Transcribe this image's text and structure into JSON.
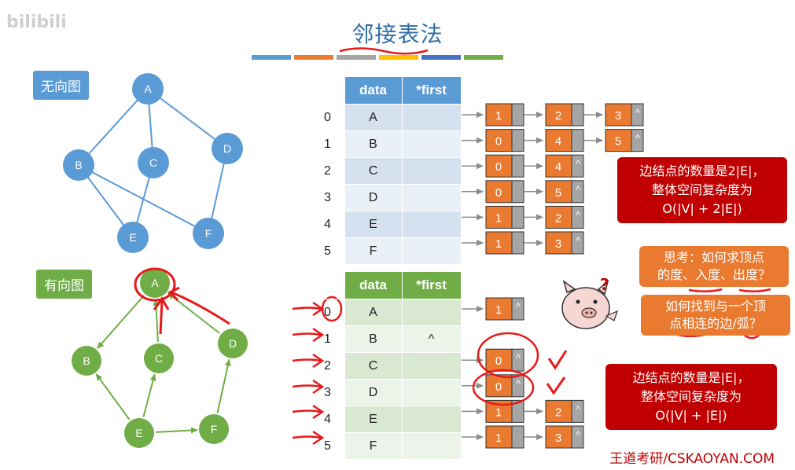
{
  "watermark": "bilibili",
  "title": "邻接表法",
  "undirected": {
    "label": "无向图",
    "nodes": [
      "A",
      "B",
      "C",
      "D",
      "E",
      "F"
    ],
    "edges": [
      [
        "A",
        "B"
      ],
      [
        "A",
        "C"
      ],
      [
        "A",
        "D"
      ],
      [
        "B",
        "E"
      ],
      [
        "B",
        "F"
      ],
      [
        "C",
        "E"
      ],
      [
        "D",
        "F"
      ]
    ]
  },
  "directed": {
    "label": "有向图",
    "nodes": [
      "A",
      "B",
      "C",
      "D",
      "E",
      "F"
    ],
    "arcs": [
      [
        "A",
        "B"
      ],
      [
        "C",
        "A"
      ],
      [
        "D",
        "A"
      ],
      [
        "E",
        "B"
      ],
      [
        "E",
        "C"
      ],
      [
        "F",
        "D"
      ],
      [
        "E",
        "F"
      ]
    ]
  },
  "table1": {
    "headers": [
      "data",
      "*first"
    ],
    "rows": [
      {
        "index": "0",
        "data": "A",
        "first": "",
        "chain": [
          {
            "v": "1",
            "nil": false
          },
          {
            "v": "2",
            "nil": false
          },
          {
            "v": "3",
            "nil": true
          }
        ]
      },
      {
        "index": "1",
        "data": "B",
        "first": "",
        "chain": [
          {
            "v": "0",
            "nil": false
          },
          {
            "v": "4",
            "nil": false
          },
          {
            "v": "5",
            "nil": true
          }
        ]
      },
      {
        "index": "2",
        "data": "C",
        "first": "",
        "chain": [
          {
            "v": "0",
            "nil": false
          },
          {
            "v": "4",
            "nil": true
          }
        ]
      },
      {
        "index": "3",
        "data": "D",
        "first": "",
        "chain": [
          {
            "v": "0",
            "nil": false
          },
          {
            "v": "5",
            "nil": true
          }
        ]
      },
      {
        "index": "4",
        "data": "E",
        "first": "",
        "chain": [
          {
            "v": "1",
            "nil": false
          },
          {
            "v": "2",
            "nil": true
          }
        ]
      },
      {
        "index": "5",
        "data": "F",
        "first": "",
        "chain": [
          {
            "v": "1",
            "nil": false
          },
          {
            "v": "3",
            "nil": true
          }
        ]
      }
    ]
  },
  "table2": {
    "headers": [
      "data",
      "*first"
    ],
    "rows": [
      {
        "index": "0",
        "data": "A",
        "first": "",
        "chain": [
          {
            "v": "1",
            "nil": true
          }
        ]
      },
      {
        "index": "1",
        "data": "B",
        "first": "^",
        "chain": []
      },
      {
        "index": "2",
        "data": "C",
        "first": "",
        "chain": [
          {
            "v": "0",
            "nil": true
          }
        ]
      },
      {
        "index": "3",
        "data": "D",
        "first": "",
        "chain": [
          {
            "v": "0",
            "nil": true
          }
        ]
      },
      {
        "index": "4",
        "data": "E",
        "first": "",
        "chain": [
          {
            "v": "1",
            "nil": false
          },
          {
            "v": "2",
            "nil": true
          }
        ]
      },
      {
        "index": "5",
        "data": "F",
        "first": "",
        "chain": [
          {
            "v": "1",
            "nil": false
          },
          {
            "v": "3",
            "nil": true
          }
        ]
      }
    ]
  },
  "nil_symbol": "^",
  "note1": [
    "边结点的数量是2|E|，",
    "整体空间复杂度为",
    "O(|V| + 2|E|)"
  ],
  "note2": [
    "边结点的数量是|E|，",
    "整体空间复杂度为",
    "O(|V| + |E|)"
  ],
  "think1": [
    "思考：如何求顶点",
    "的度、入度、出度？"
  ],
  "think2": [
    "如何找到与一个顶",
    "点相连的边/弧？"
  ],
  "question_mark": "?",
  "footer": "王道考研/CSKAOYAN.COM",
  "colors": {
    "blue_node": "#5b9bd5",
    "green_node": "#70ad47",
    "orange_cell": "#e97a2f",
    "gray_cell": "#a5a5a5",
    "red_box": "#c00000",
    "ink_red": "#e8191a"
  },
  "color_strip": [
    "#5b9bd5",
    "#ed7d31",
    "#a5a5a5",
    "#ffc000",
    "#4472c4",
    "#70ad47"
  ]
}
